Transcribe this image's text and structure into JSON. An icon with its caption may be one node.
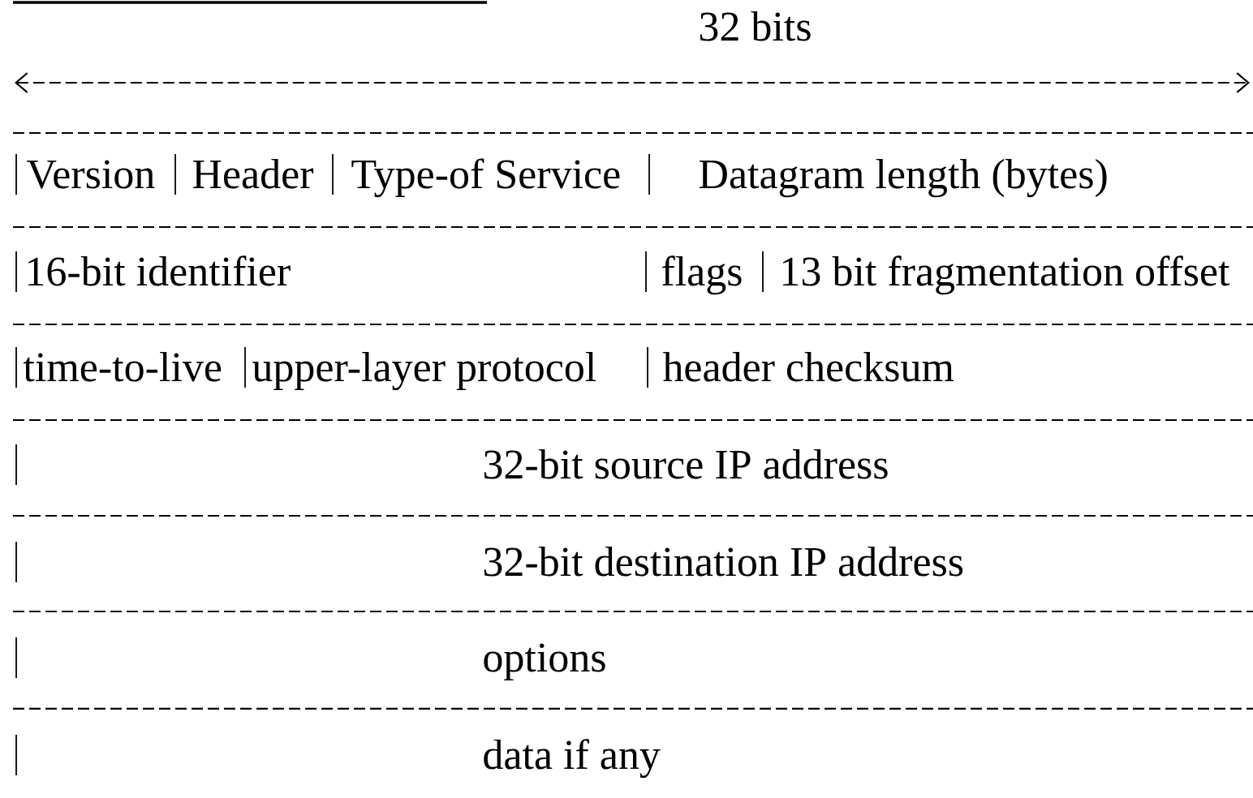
{
  "diagram": {
    "labels": [
      "32 bits",
      "Version",
      "Header",
      "Type-of Service",
      "Datagram length (bytes)",
      "16-bit identifier",
      "flags",
      "13 bit fragmentation offset",
      "time-to-live",
      "upper-layer protocol",
      "header checksum",
      "32-bit source IP address",
      "32-bit destination IP address",
      "options",
      "data if any"
    ]
  }
}
